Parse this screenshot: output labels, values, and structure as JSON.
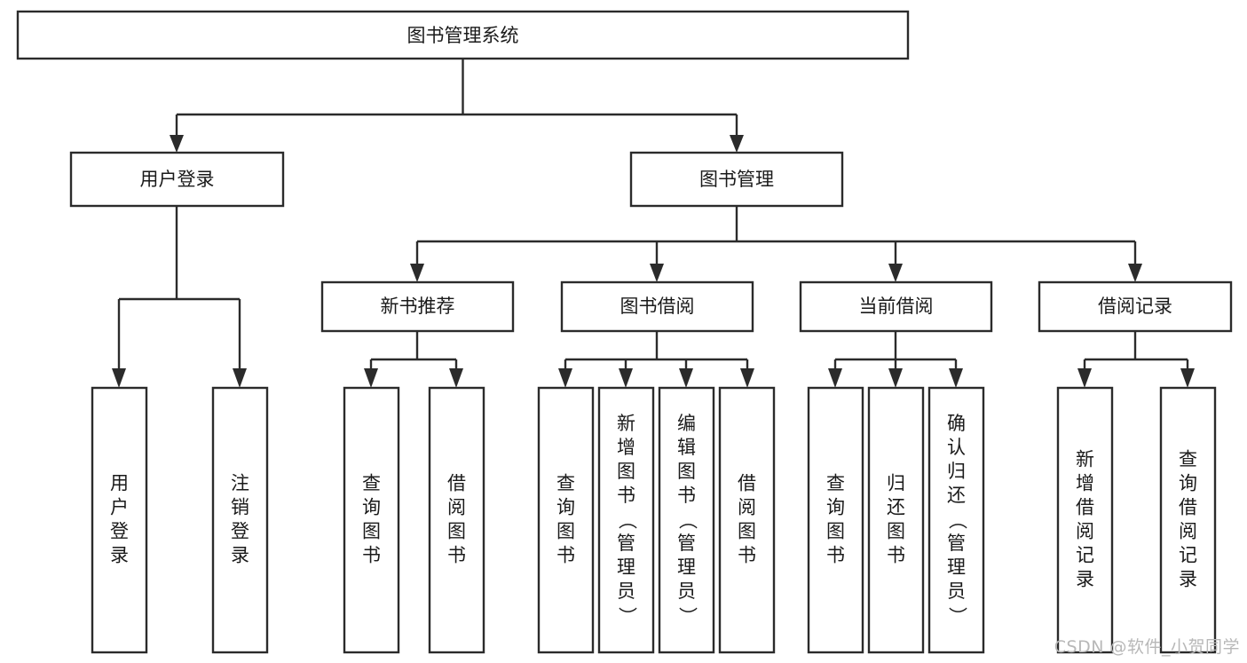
{
  "diagram": {
    "title": "图书管理系统",
    "type": "tree",
    "orientation": "top-down",
    "background_color": "#ffffff",
    "box_border_color": "#2b2b2b",
    "box_fill_color": "#ffffff",
    "text_color": "#1a1a1a",
    "watermark": "CSDN @软件_小贺同学",
    "watermark_color": "#b8b8b8"
  },
  "nodes": {
    "root": {
      "id": "root",
      "label": "图书管理系统",
      "level": 0,
      "orientation": "horizontal"
    },
    "l1": [
      {
        "id": "user-login",
        "label": "用户登录",
        "level": 1,
        "orientation": "horizontal"
      },
      {
        "id": "book-manage",
        "label": "图书管理",
        "level": 1,
        "orientation": "horizontal"
      }
    ],
    "l2": [
      {
        "id": "new-book-recommend",
        "label": "新书推荐",
        "level": 2,
        "orientation": "horizontal",
        "parent": "book-manage"
      },
      {
        "id": "book-borrow",
        "label": "图书借阅",
        "level": 2,
        "orientation": "horizontal",
        "parent": "book-manage"
      },
      {
        "id": "current-borrow",
        "label": "当前借阅",
        "level": 2,
        "orientation": "horizontal",
        "parent": "book-manage"
      },
      {
        "id": "borrow-record",
        "label": "借阅记录",
        "level": 2,
        "orientation": "horizontal",
        "parent": "book-manage"
      }
    ],
    "leaves": [
      {
        "id": "leaf-user-login",
        "label": "用户登录",
        "orientation": "vertical",
        "parent": "user-login"
      },
      {
        "id": "leaf-logout",
        "label": "注销登录",
        "orientation": "vertical",
        "parent": "user-login"
      },
      {
        "id": "leaf-query-book-1",
        "label": "查询图书",
        "orientation": "vertical",
        "parent": "new-book-recommend"
      },
      {
        "id": "leaf-borrow-book-1",
        "label": "借阅图书",
        "orientation": "vertical",
        "parent": "new-book-recommend"
      },
      {
        "id": "leaf-query-book-2",
        "label": "查询图书",
        "orientation": "vertical",
        "parent": "book-borrow"
      },
      {
        "id": "leaf-add-book",
        "label": "新增图书（管理员）",
        "orientation": "vertical",
        "parent": "book-borrow"
      },
      {
        "id": "leaf-edit-book",
        "label": "编辑图书（管理员）",
        "orientation": "vertical",
        "parent": "book-borrow"
      },
      {
        "id": "leaf-borrow-book-2",
        "label": "借阅图书",
        "orientation": "vertical",
        "parent": "book-borrow"
      },
      {
        "id": "leaf-query-book-3",
        "label": "查询图书",
        "orientation": "vertical",
        "parent": "current-borrow"
      },
      {
        "id": "leaf-return-book",
        "label": "归还图书",
        "orientation": "vertical",
        "parent": "current-borrow"
      },
      {
        "id": "leaf-confirm-return",
        "label": "确认归还（管理员）",
        "orientation": "vertical",
        "parent": "current-borrow"
      },
      {
        "id": "leaf-add-record",
        "label": "新增借阅记录",
        "orientation": "vertical",
        "parent": "borrow-record"
      },
      {
        "id": "leaf-query-record",
        "label": "查询借阅记录",
        "orientation": "vertical",
        "parent": "borrow-record"
      }
    ]
  }
}
